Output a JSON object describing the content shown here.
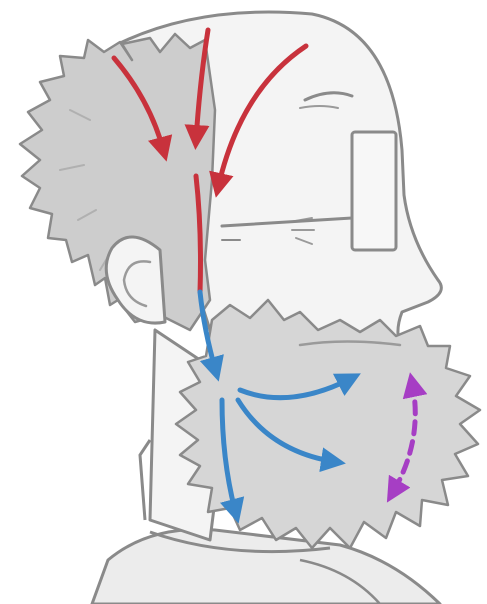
{
  "illustration": {
    "subject": "profile-head-with-beard",
    "colors": {
      "outline": "#8a8a8a",
      "skin": "#f4f4f4",
      "hair": "#cdcdcd",
      "beard": "#d6d6d6",
      "hair_shadow": "#b9b9b9",
      "shirt": "#ececec",
      "arrow_scalp": "#c8323c",
      "arrow_beard": "#3a86c8",
      "arrow_cheek": "#a63ec4"
    },
    "arrows": [
      {
        "group": "scalp",
        "style": "solid",
        "direction": "down"
      },
      {
        "group": "scalp",
        "style": "solid",
        "direction": "down"
      },
      {
        "group": "scalp",
        "style": "solid",
        "direction": "down"
      },
      {
        "group": "neck",
        "style": "solid",
        "direction": "down"
      },
      {
        "group": "beard",
        "style": "solid",
        "direction": "outward"
      },
      {
        "group": "beard",
        "style": "solid",
        "direction": "outward"
      },
      {
        "group": "beard",
        "style": "solid",
        "direction": "down"
      },
      {
        "group": "cheek",
        "style": "dashed",
        "direction": "both"
      }
    ]
  }
}
